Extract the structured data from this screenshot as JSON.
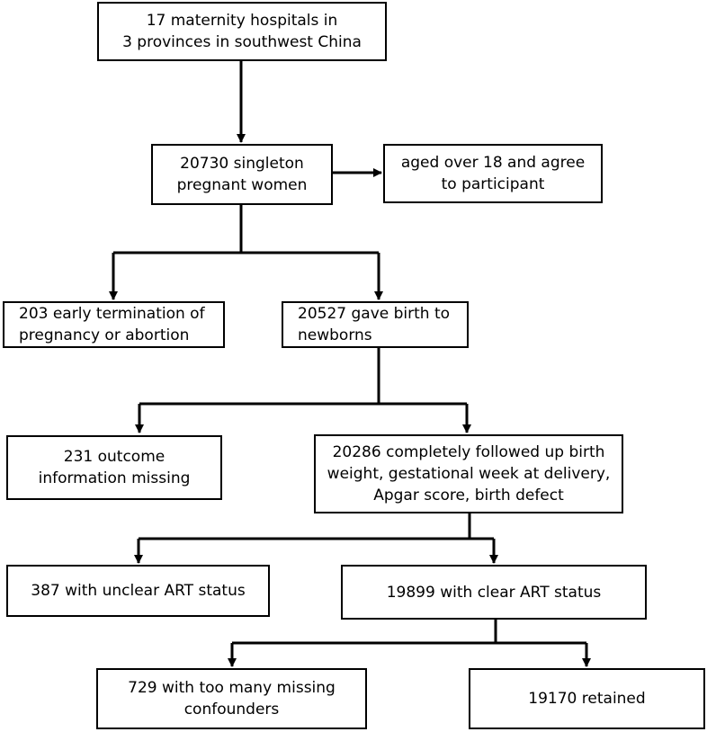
{
  "diagram": {
    "type": "flowchart",
    "line_color": "#000000",
    "box_fill": "#ffffff",
    "nodes": {
      "hospitals": "17 maternity hospitals in\n3 provinces in southwest China",
      "pregnant_women": "20730 singleton\npregnant women",
      "inclusion": "aged over 18 and agree\nto participant",
      "early_termination": "203 early termination of\npregnancy or abortion",
      "gave_birth": "20527 gave birth to\nnewborns",
      "outcome_missing": "231 outcome\ninformation missing",
      "followed_up": "20286 completely followed up birth\nweight, gestational week at delivery,\nApgar score, birth defect",
      "unclear_art": "387  with unclear ART status",
      "clear_art": "19899 with clear ART status",
      "missing_confounders": "729 with too many missing\nconfounders",
      "retained": "19170  retained"
    },
    "edges": [
      {
        "from": "hospitals",
        "to": "pregnant_women"
      },
      {
        "from": "pregnant_women",
        "to": "inclusion"
      },
      {
        "from": "pregnant_women",
        "to": "early_termination"
      },
      {
        "from": "pregnant_women",
        "to": "gave_birth"
      },
      {
        "from": "gave_birth",
        "to": "outcome_missing"
      },
      {
        "from": "gave_birth",
        "to": "followed_up"
      },
      {
        "from": "followed_up",
        "to": "unclear_art"
      },
      {
        "from": "followed_up",
        "to": "clear_art"
      },
      {
        "from": "clear_art",
        "to": "missing_confounders"
      },
      {
        "from": "clear_art",
        "to": "retained"
      }
    ]
  }
}
